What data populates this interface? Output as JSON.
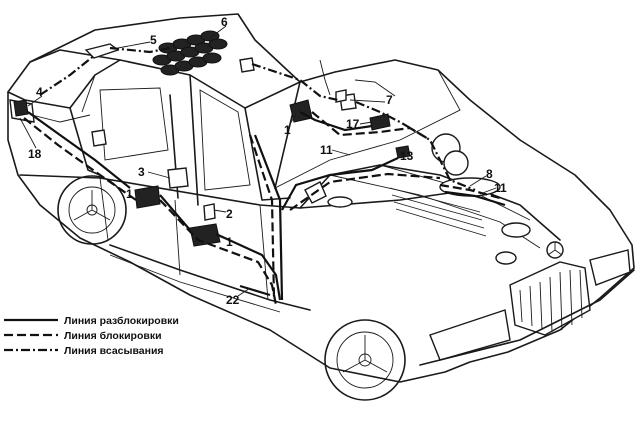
{
  "callouts": {
    "c1a": "1",
    "c1b": "1",
    "c1c": "1",
    "c2": "2",
    "c3": "3",
    "c4": "4",
    "c5": "5",
    "c6": "6",
    "c7": "7",
    "c8": "8",
    "c11a": "11",
    "c11b": "11",
    "c13": "13",
    "c17": "17",
    "c18": "18",
    "c22": "22"
  },
  "legend": {
    "unlock": "Линия разблокировки",
    "lock": "Линия блокировки",
    "suction": "Линия всасывания"
  }
}
